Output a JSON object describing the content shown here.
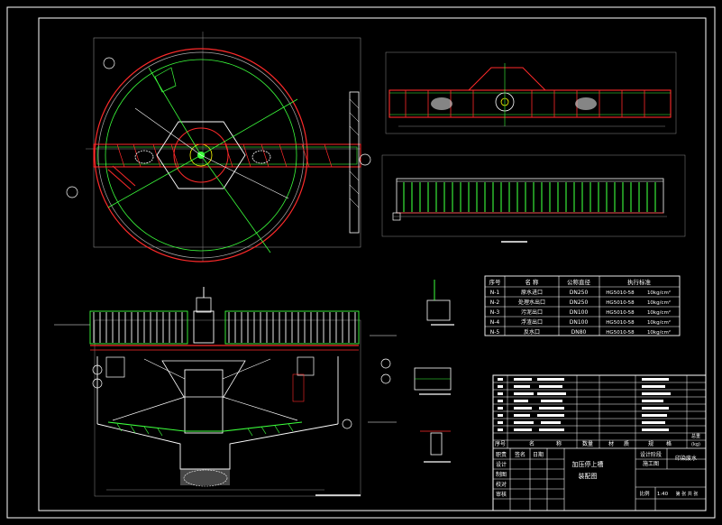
{
  "nozzle_table": {
    "headers": [
      "序号",
      "名  称",
      "公称直径",
      "执行标准"
    ],
    "rows": [
      [
        "N-1",
        "原水进口",
        "DN250",
        "HG5010-58",
        "10kg/cm²"
      ],
      [
        "N-2",
        "处理水出口",
        "DN250",
        "HG5010-58",
        "10kg/cm²"
      ],
      [
        "N-3",
        "污泥出口",
        "DN100",
        "HG5010-58",
        "10kg/cm²"
      ],
      [
        "N-4",
        "浮渣出口",
        "DN100",
        "HG5010-58",
        "10kg/cm²"
      ],
      [
        "N-5",
        "反水口",
        "DN80",
        "HG5010-58",
        "10kg/cm²"
      ]
    ]
  },
  "title_block": {
    "bom_header": [
      "序号",
      "名",
      "称",
      "数量",
      "材",
      "质",
      "规",
      "格"
    ],
    "side_labels": [
      "设计",
      "制图",
      "校对",
      "审核"
    ],
    "sign_header": [
      "职责",
      "签名",
      "日期"
    ],
    "drawing_title_1": "加压停上槽",
    "drawing_title_2": "装配图",
    "company_1": "设计阶段",
    "company_2": "施工图",
    "dept": "印染废水",
    "scale_label": "比例",
    "scale_value": "1:40",
    "sheet_label": "第 张 共 张",
    "weight_label": "总重",
    "weight_unit": "(kg)"
  },
  "colors": {
    "background": "#000000",
    "frame": "#ffffff",
    "red": "#ff2a2a",
    "green": "#3cff3c",
    "yellow": "#ffff00",
    "cyan": "#00ffff",
    "magenta": "#ff00ff"
  }
}
